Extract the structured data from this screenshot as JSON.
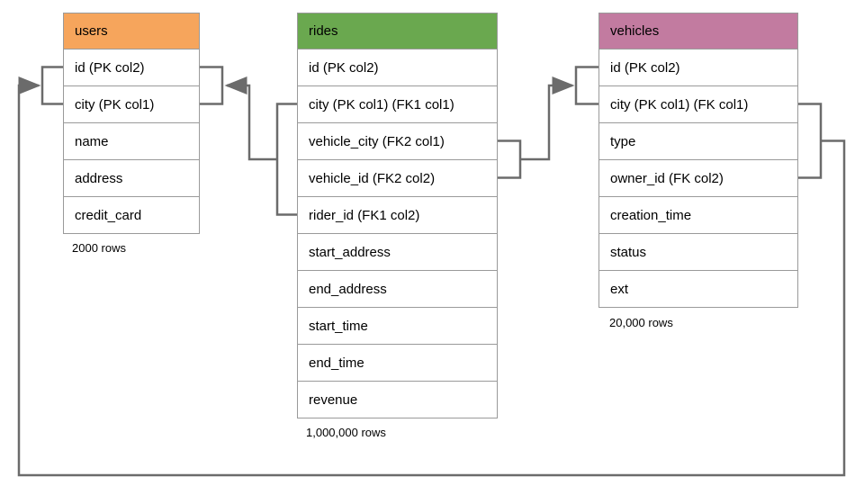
{
  "diagram": {
    "title": "database schema diagram",
    "colors": {
      "users_header": "#F6A55C",
      "rides_header": "#6AA84F",
      "vehicles_header": "#C27BA0",
      "connector_line": "#6b6b6b",
      "table_border": "#9a9a9a"
    },
    "tables": [
      {
        "name": "users",
        "header_color": "#F6A55C",
        "columns": [
          "id (PK col2)",
          "city (PK col1)",
          "name",
          "address",
          "credit_card"
        ],
        "row_count": "2000 rows"
      },
      {
        "name": "rides",
        "header_color": "#6AA84F",
        "columns": [
          "id (PK col2)",
          "city (PK col1) (FK1 col1)",
          "vehicle_city (FK2 col1)",
          "vehicle_id (FK2 col2)",
          "rider_id (FK1 col2)",
          "start_address",
          "end_address",
          "start_time",
          "end_time",
          "revenue"
        ],
        "row_count": "1,000,000 rows"
      },
      {
        "name": "vehicles",
        "header_color": "#C27BA0",
        "columns": [
          "id (PK col2)",
          "city (PK col1) (FK col1)",
          "type",
          "owner_id (FK col2)",
          "creation_time",
          "status",
          "ext"
        ],
        "row_count": "20,000 rows"
      }
    ],
    "relationships": [
      {
        "name": "rides-fk1-to-users",
        "arrow_points_to": "users"
      },
      {
        "name": "rides-fk2-to-vehicles",
        "arrow_points_to": "vehicles"
      },
      {
        "name": "vehicles-fk-to-users",
        "arrow_points_to": "users"
      }
    ]
  }
}
